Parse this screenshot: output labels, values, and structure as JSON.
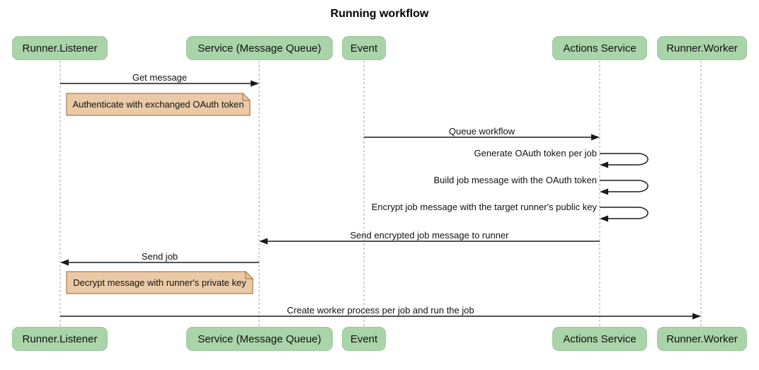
{
  "diagram_type": "sequence",
  "title": "Running workflow",
  "participants": {
    "runner_listener": "Runner.Listener",
    "service_mq": "Service (Message Queue)",
    "event": "Event",
    "actions_service": "Actions Service",
    "runner_worker": "Runner.Worker"
  },
  "messages": {
    "get_message": {
      "label": "Get message",
      "from": "Runner.Listener",
      "to": "Service (Message Queue)"
    },
    "queue_workflow": {
      "label": "Queue workflow",
      "from": "Event",
      "to": "Actions Service"
    },
    "generate_token": {
      "label": "Generate OAuth token per job",
      "from": "Actions Service",
      "to": "Actions Service",
      "self": true
    },
    "build_job": {
      "label": "Build job message with the OAuth token",
      "from": "Actions Service",
      "to": "Actions Service",
      "self": true
    },
    "encrypt_job": {
      "label": "Encrypt job message with the target runner's public key",
      "from": "Actions Service",
      "to": "Actions Service",
      "self": true
    },
    "send_encrypted": {
      "label": "Send encrypted job message to runner",
      "from": "Actions Service",
      "to": "Service (Message Queue)"
    },
    "send_job": {
      "label": "Send job",
      "from": "Service (Message Queue)",
      "to": "Runner.Listener"
    },
    "create_worker": {
      "label": "Create worker process per job and run the job",
      "from": "Runner.Listener",
      "to": "Runner.Worker"
    }
  },
  "notes": {
    "authenticate": {
      "text": "Authenticate with exchanged OAuth token",
      "over": "Runner.Listener"
    },
    "decrypt": {
      "text": "Decrypt message with runner's private key",
      "over": "Runner.Listener"
    }
  },
  "colors": {
    "participant_fill": "#a9d3a9",
    "participant_border": "#9cc79c",
    "note_fill": "#eac9a6",
    "note_border": "#ad7d46",
    "lifeline": "#a0a0a0",
    "arrow": "#1a1a1a"
  }
}
